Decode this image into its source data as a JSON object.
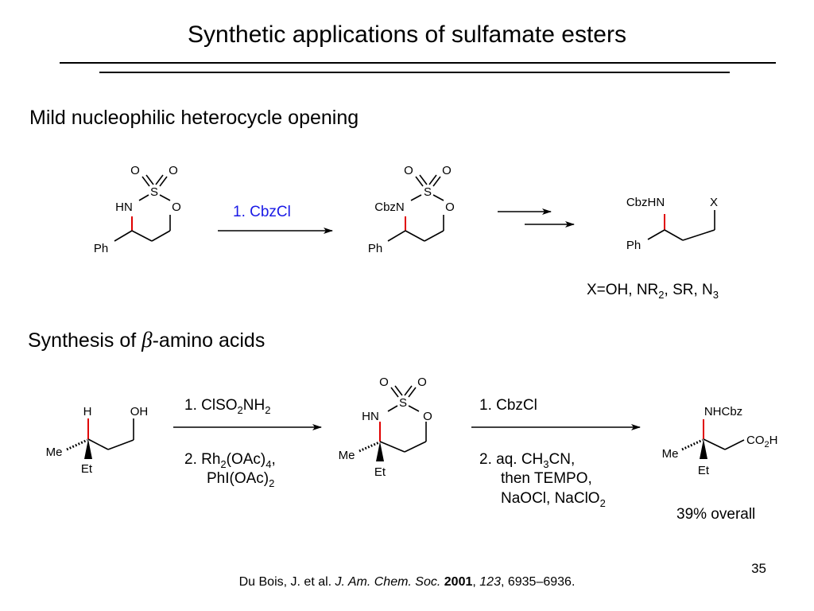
{
  "title": "Synthetic applications of sulfamate esters",
  "section1": {
    "heading": "Mild nucleophilic heterocycle opening",
    "reagent": "1. CbzCl",
    "product_note": {
      "prefix": "X=OH, NR",
      "sub1": "2",
      "middle": ", SR, N",
      "sub2": "3"
    }
  },
  "section2": {
    "heading_prefix": "Synthesis of ",
    "heading_beta": "β",
    "heading_suffix": "-amino acids",
    "step1_above": {
      "a": "1. ClSO",
      "sub1": "2",
      "b": "NH",
      "sub2": "2"
    },
    "step1_below_line1": {
      "a": "2. Rh",
      "sub1": "2",
      "b": "(OAc)",
      "sub2": "4",
      "c": ","
    },
    "step1_below_line2": {
      "a": "PhI(OAc)",
      "sub1": "2"
    },
    "step2_above": "1. CbzCl",
    "step2_below_line1": {
      "a": "2. aq. CH",
      "sub1": "3",
      "b": "CN,"
    },
    "step2_below_line2": "then TEMPO,",
    "step2_below_line3": {
      "a": "NaOCl, NaClO",
      "sub1": "2"
    },
    "yield": "39% overall"
  },
  "atoms": {
    "O": "O",
    "S": "S",
    "HN": "HN",
    "Ph": "Ph",
    "CbzN": "CbzN",
    "CbzHN": "CbzHN",
    "X": "X",
    "H": "H",
    "OH": "OH",
    "Me": "Me",
    "Et": "Et",
    "NHCbz": "NHCbz",
    "CO": "CO",
    "CO_sub": "2",
    "CO_H": "H"
  },
  "citation": {
    "authors": "Du Bois, J. et al. ",
    "journal": "J. Am. Chem. Soc.",
    "sep1": " ",
    "year": "2001",
    "sep2": ", ",
    "volume": "123",
    "pages": ", 6935–6936."
  },
  "page_number": "35",
  "colors": {
    "reagent_blue": "#1a1ae6",
    "bond_red": "#e00000",
    "text": "#000000"
  }
}
